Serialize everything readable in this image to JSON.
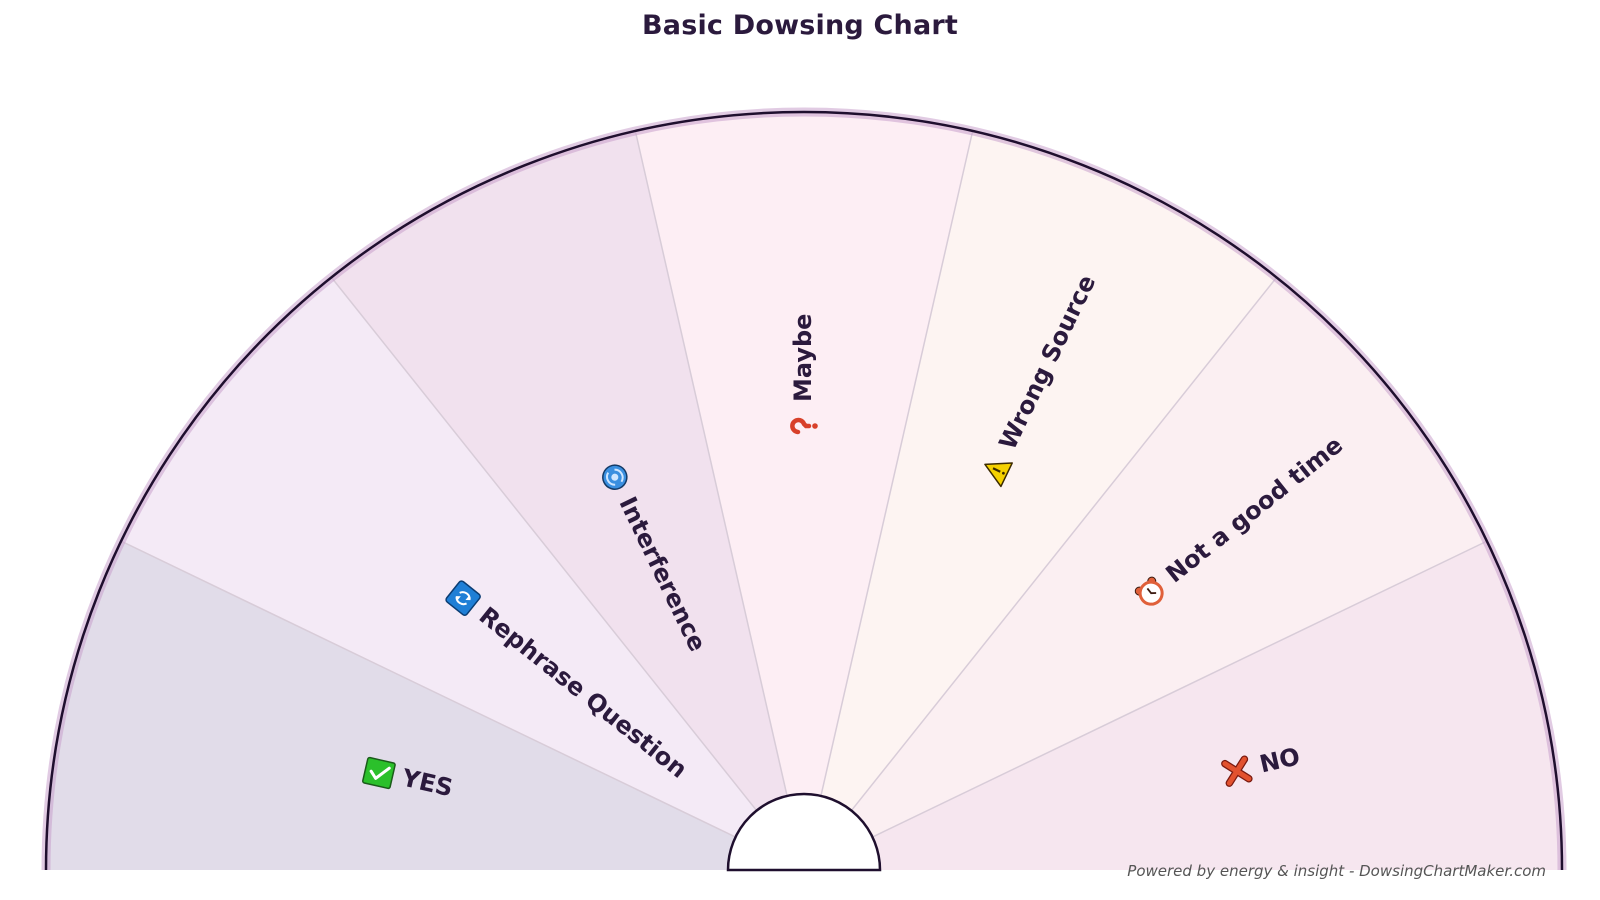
{
  "title": "Basic Dowsing Chart",
  "footer": "Powered by energy & insight - DowsingChartMaker.com",
  "colors": {
    "title": "#2b1a3d",
    "label": "#2b1a3d",
    "outer_rim": "#1f0f2e",
    "rim_glow": "#c9a0cc",
    "divider": "#d8ccd8",
    "hub": "#ffffff"
  },
  "segments": [
    {
      "label": "YES",
      "icon": "green-check-box-icon",
      "fill": "#e1dce9"
    },
    {
      "label": "Rephrase Question",
      "icon": "blue-refresh-icon",
      "fill": "#f4eaf6"
    },
    {
      "label": "Interference",
      "icon": "cyclone-icon",
      "fill": "#f1e1ee"
    },
    {
      "label": "Maybe",
      "icon": "question-mark-icon",
      "fill": "#fdeef4"
    },
    {
      "label": "Wrong Source",
      "icon": "warning-triangle-icon",
      "fill": "#fdf4f2"
    },
    {
      "label": "Not a good time",
      "icon": "alarm-clock-icon",
      "fill": "#fbeff2"
    },
    {
      "label": "NO",
      "icon": "red-cross-icon",
      "fill": "#f6e6ef"
    }
  ]
}
